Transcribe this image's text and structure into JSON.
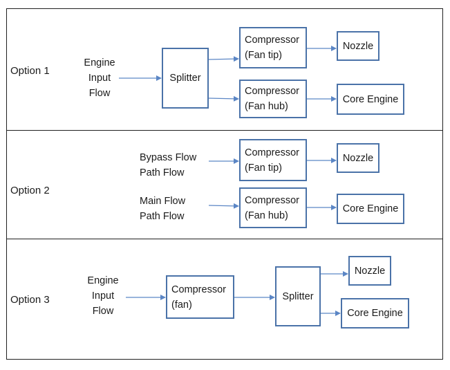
{
  "option1": {
    "label": "Option 1",
    "input": [
      "Engine",
      "Input",
      "Flow"
    ],
    "splitter": "Splitter",
    "compressor_tip": [
      "Compressor",
      "(Fan tip)"
    ],
    "compressor_hub": [
      "Compressor",
      "(Fan hub)"
    ],
    "nozzle": "Nozzle",
    "core": "Core Engine"
  },
  "option2": {
    "label": "Option 2",
    "bypass": [
      "Bypass Flow",
      "Path Flow"
    ],
    "main": [
      "Main Flow",
      "Path Flow"
    ],
    "compressor_tip": [
      "Compressor",
      "(Fan tip)"
    ],
    "compressor_hub": [
      "Compressor",
      "(Fan hub)"
    ],
    "nozzle": "Nozzle",
    "core": "Core Engine"
  },
  "option3": {
    "label": "Option 3",
    "input": [
      "Engine",
      "Input",
      "Flow"
    ],
    "compressor": [
      "Compressor",
      "(fan)"
    ],
    "splitter": "Splitter",
    "nozzle": "Nozzle",
    "core": "Core Engine"
  },
  "colors": {
    "box_border": "#4a72a8",
    "arrow": "#5b86c5",
    "frame": "#1f1f1f"
  }
}
